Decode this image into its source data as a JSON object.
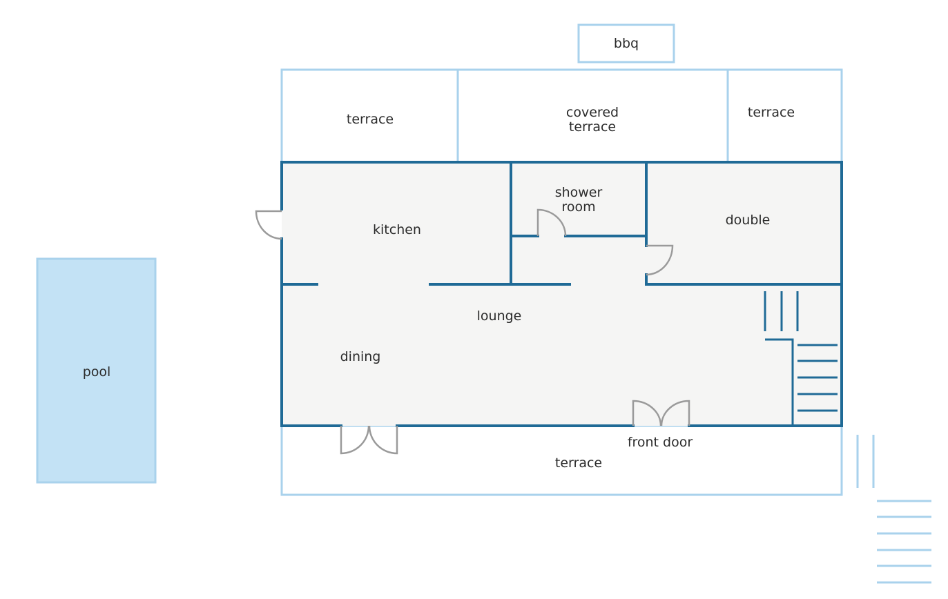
{
  "labels": {
    "bbq": "bbq",
    "terrace_left": "terrace",
    "covered_terrace_1": "covered",
    "covered_terrace_2": "terrace",
    "terrace_right": "terrace",
    "kitchen": "kitchen",
    "shower_room_1": "shower",
    "shower_room_2": "room",
    "double": "double",
    "lounge": "lounge",
    "dining": "dining",
    "front_door": "front door",
    "terrace_bottom": "terrace",
    "pool": "pool"
  },
  "colors": {
    "outdoor_outline": "#a9d2ec",
    "interior_wall": "#1f6a96",
    "interior_floor": "#f5f5f4",
    "pool_fill": "#c3e2f5",
    "door": "#9a9a9a"
  }
}
